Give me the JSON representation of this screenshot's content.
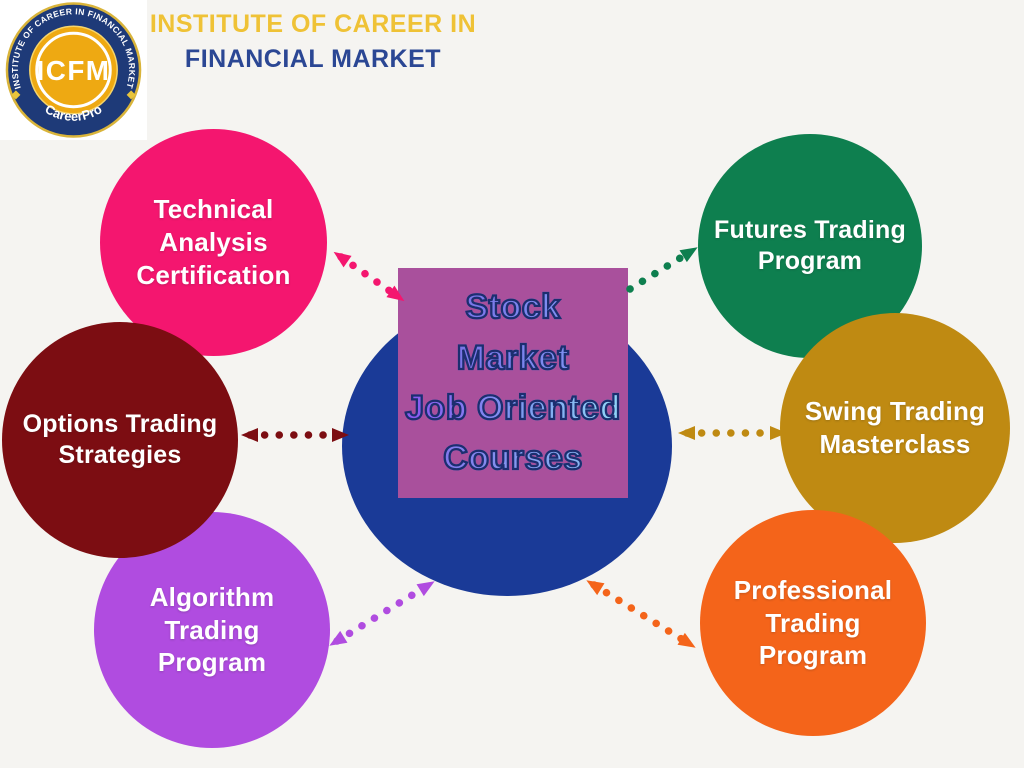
{
  "page": {
    "background": "#f5f4f1"
  },
  "header": {
    "line1": "INSTITUTE OF CAREER IN",
    "line2": "FINANCIAL MARKET",
    "line1_color": "#EFC236",
    "line2_color": "#2B4794"
  },
  "logo": {
    "ring_text": "INSTITUTE OF CAREER IN FINANCIAL MARKET",
    "acronym": "ICFM",
    "tagline": "CareerPro",
    "navy": "#1E3A78",
    "gold": "#EEA912"
  },
  "center": {
    "lines": [
      "Stock",
      "Market",
      "Job Oriented",
      "Courses"
    ],
    "circle_color": "#1A3A97",
    "panel_color": "#A9509C",
    "text_outline": "#1C2E6F"
  },
  "courses": [
    {
      "name": "Technical Analysis Certification",
      "lines": [
        "Technical",
        "Analysis",
        "Certification"
      ],
      "color": "#F4166F"
    },
    {
      "name": "Options Trading Strategies",
      "lines": [
        "Options Trading",
        "Strategies"
      ],
      "color": "#7C0D12"
    },
    {
      "name": "Algorithm Trading Program",
      "lines": [
        "Algorithm",
        "Trading",
        "Program"
      ],
      "color": "#B04CE0"
    },
    {
      "name": "Futures Trading Program",
      "lines": [
        "Futures Trading",
        "Program"
      ],
      "color": "#0E7F4F"
    },
    {
      "name": "Swing Trading Masterclass",
      "lines": [
        "Swing Trading",
        "Masterclass"
      ],
      "color": "#BF8A12"
    },
    {
      "name": "Professional Trading Program",
      "lines": [
        "Professional",
        "Trading",
        "Program"
      ],
      "color": "#F4641A"
    }
  ]
}
